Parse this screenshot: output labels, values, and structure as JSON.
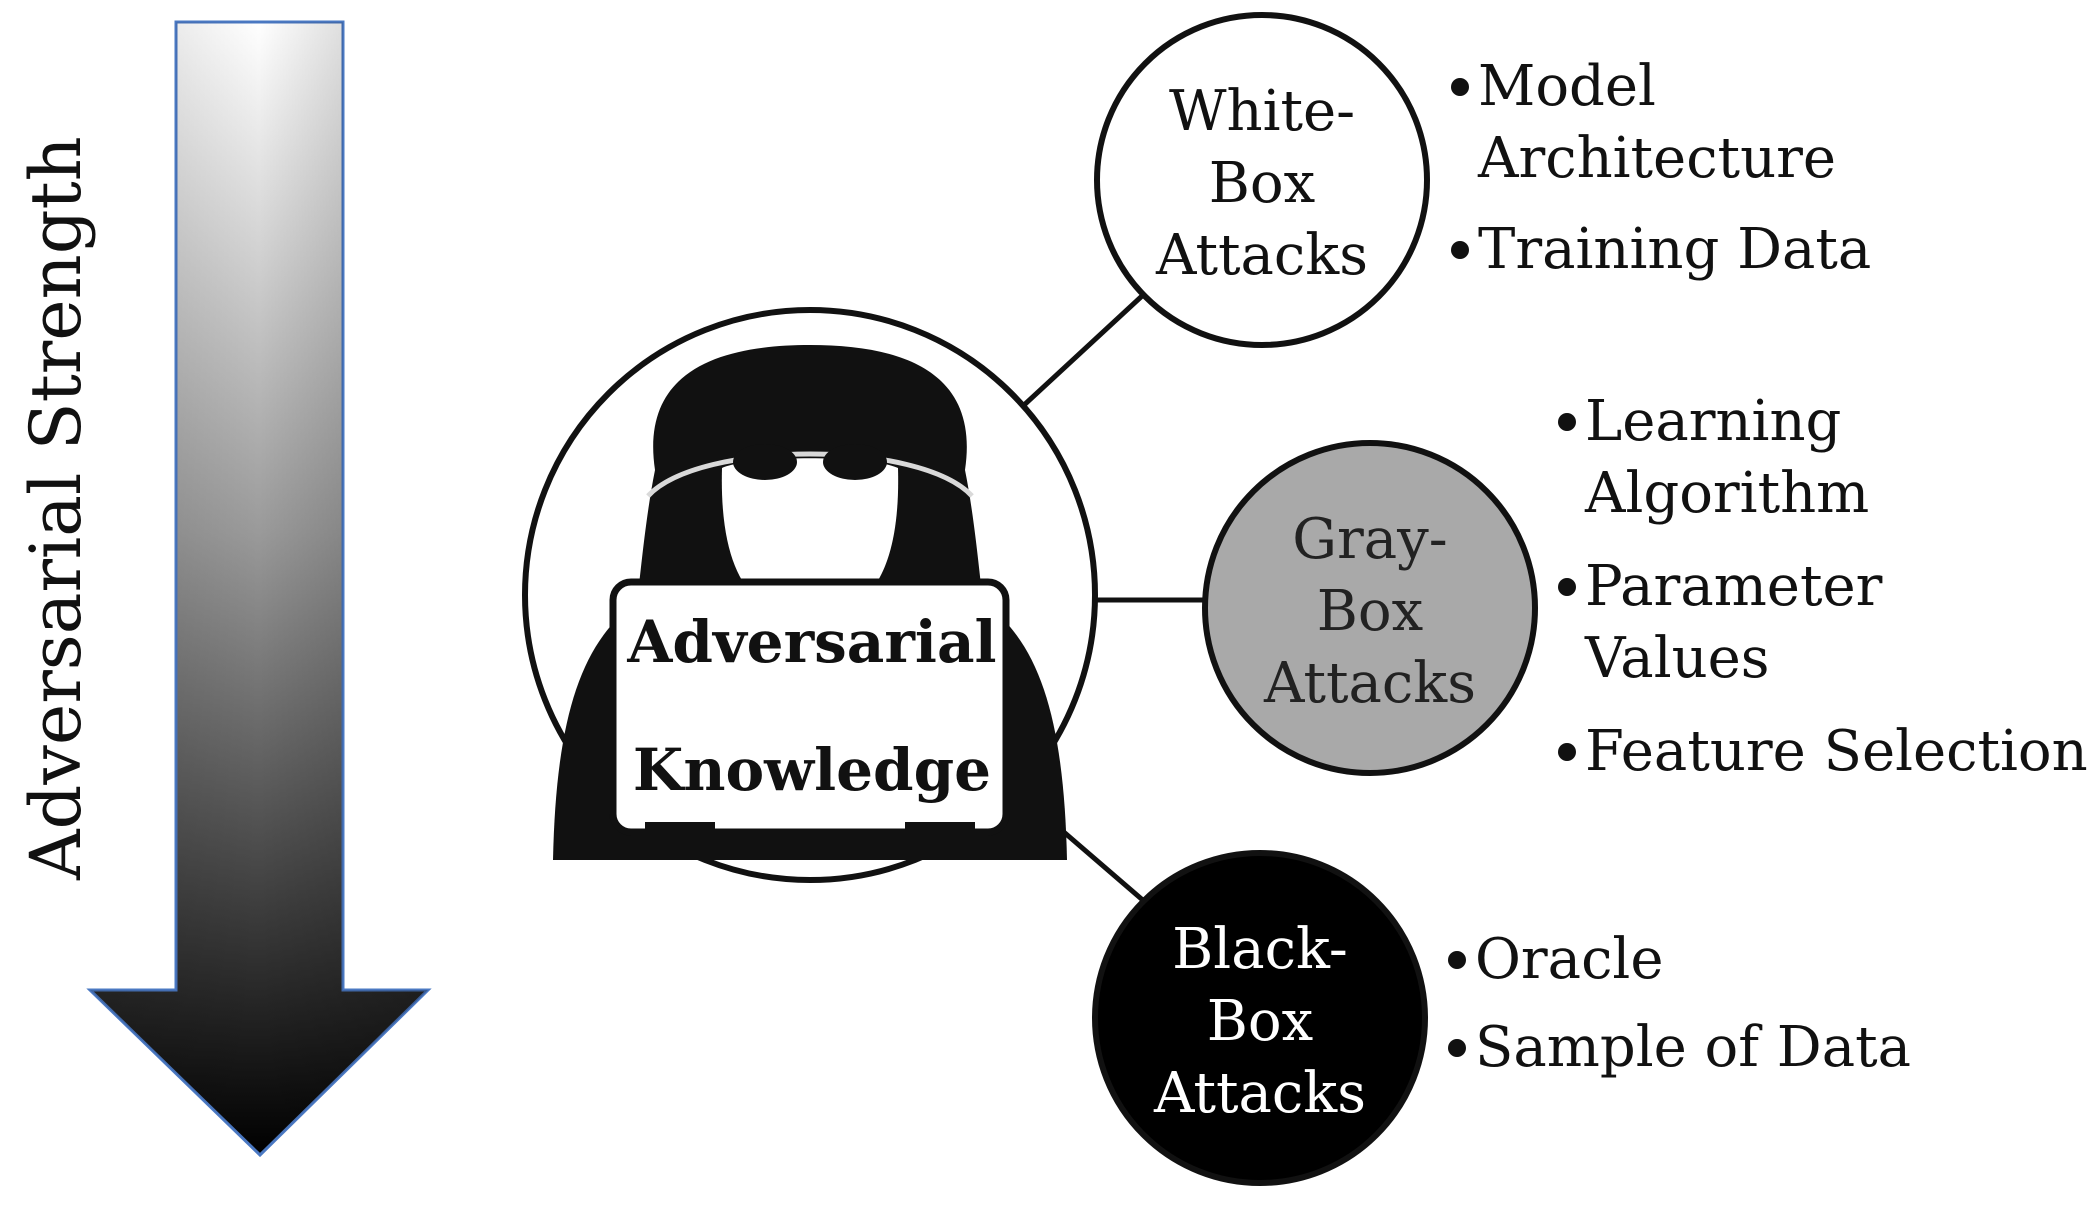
{
  "strength_label": "Adversarial Strength",
  "center": {
    "line1": "Adversarial",
    "line2": "Knowledge"
  },
  "nodes": [
    {
      "id": "white",
      "lines": [
        "White-",
        "Box",
        "Attacks"
      ],
      "fill": "#ffffff",
      "text_color": "#111111",
      "bullets": [
        {
          "lines": [
            "Model",
            "Architecture"
          ]
        },
        {
          "lines": [
            "Training Data"
          ]
        }
      ]
    },
    {
      "id": "gray",
      "lines": [
        "Gray-",
        "Box",
        "Attacks"
      ],
      "fill": "#a9a9a9",
      "text_color": "#222222",
      "bullets": [
        {
          "lines": [
            "Learning",
            "Algorithm"
          ]
        },
        {
          "lines": [
            "Parameter",
            "Values"
          ]
        },
        {
          "lines": [
            "Feature Selection"
          ]
        }
      ]
    },
    {
      "id": "black",
      "lines": [
        "Black-",
        "Box",
        "Attacks"
      ],
      "fill": "#000000",
      "text_color": "#ffffff",
      "bullets": [
        {
          "lines": [
            "Oracle"
          ]
        },
        {
          "lines": [
            "Sample of Data"
          ]
        }
      ]
    }
  ],
  "colors": {
    "arrow_top": "#ffffff",
    "arrow_bottom": "#000000",
    "arrow_outline": "#4a78c2",
    "line": "#111111"
  }
}
